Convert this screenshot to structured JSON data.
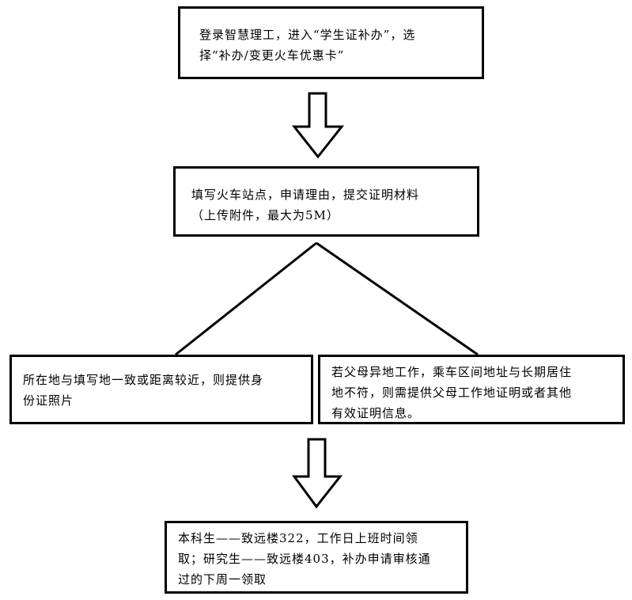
{
  "steps": [
    {
      "id": "login",
      "lines": [
        "登录智慧理工，进入“学生证补办”，选",
        "择“补办/变更火车优惠卡”"
      ]
    },
    {
      "id": "fill",
      "lines": [
        "填写火车站点，申请理由，提交证明材料",
        "（上传附件，最大为5M）"
      ]
    },
    {
      "id": "same-location",
      "lines": [
        "所在地与填写地一致或距离较近，则提供身",
        "份证照片"
      ]
    },
    {
      "id": "parents-work",
      "lines": [
        "若父母异地工作，乘车区间地址与长期居住",
        "地不符，则需提供父母工作地证明或者其他",
        "有效证明信息。"
      ]
    },
    {
      "id": "pickup",
      "lines": [
        "本科生——致远楼322，工作日上班时间领",
        "取；研究生——致远楼403，补办申请审核通",
        "过的下周一领取"
      ]
    }
  ],
  "colors": {
    "stroke": "#000000",
    "background": "#ffffff"
  }
}
